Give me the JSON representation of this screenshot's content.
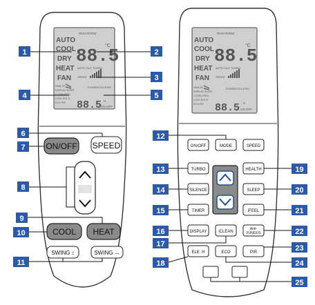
{
  "left_remote": {
    "display": {
      "modes": [
        "AUTO",
        "COOL",
        "DRY",
        "HEAT",
        "FAN"
      ],
      "status_top": "RUN  ROOM",
      "unit": "°C",
      "digits_big": "88.5",
      "speed_row": "AUTO S/LE TURBO",
      "speed_label": "SPEED",
      "left_info": [
        "HEALTH",
        "DISPLAY SLEEP",
        "CLEAN iFEEL",
        "LOCK ELE.H",
        "ECO PIR"
      ],
      "swing_label": "POWERCOOL iFEEL",
      "digits_small": "88.5",
      "timer_label": "H",
      "onoff_label": "ON OFF"
    },
    "buttons": {
      "onoff": "ON/OFF",
      "speed": "SPEED",
      "cool": "COOL",
      "heat": "HEAT",
      "swing_v": "SWING ↕",
      "swing_h": "SWING ↔"
    }
  },
  "right_remote": {
    "display": {
      "modes": [
        "AUTO",
        "COOL",
        "DRY",
        "HEAT",
        "FAN"
      ],
      "status_top": "RUN  ROOM",
      "unit": "°C",
      "digits_big": "88.5",
      "speed_row": "AUTO S/LE TURBO",
      "speed_label": "SPEED",
      "left_info": [
        "HEALTH",
        "DISPLAY SLEEP",
        "CLEAN iFEEL",
        "LOCK ELE.H",
        "ECO PIR"
      ],
      "swing_label": "POWERCOOL iFEEL",
      "digits_small": "88.5",
      "timer_label": "H",
      "onoff_label": "ON OFF"
    },
    "buttons": {
      "onoff": "ON/OFF",
      "mode": "MODE",
      "speed": "SPEED",
      "turbo": "TURBO",
      "health": "HEALTH",
      "silence": "SILENCE",
      "sleep": "SLEEP",
      "timer": "TIMER",
      "ifeel": "iFEEL",
      "display": "DISPLAY",
      "iclean": "iCLEAN",
      "anti_fungus_1": "Anti-",
      "anti_fungus_2": "FUNGUS",
      "eleh": "ELE. H",
      "eco": "ECO",
      "pir": "PIR"
    }
  },
  "callouts": [
    "1",
    "2",
    "3",
    "4",
    "5",
    "6",
    "7",
    "8",
    "9",
    "10",
    "11",
    "12",
    "13",
    "14",
    "15",
    "16",
    "17",
    "18",
    "19",
    "20",
    "21",
    "22",
    "23",
    "24",
    "25"
  ],
  "colors": {
    "callout": "#2d5aa8",
    "lcd": "#cfcfcf",
    "grey_button": "#8a8a8a"
  }
}
